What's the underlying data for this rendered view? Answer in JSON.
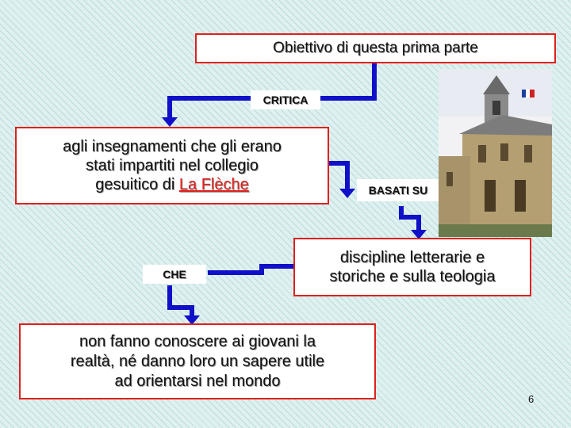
{
  "title_box": "Obiettivo di questa prima parte",
  "critica": "CRITICA",
  "teachings": {
    "line1": "agli insegnamenti che gli erano",
    "line2": "stati impartiti nel collegio",
    "line3_prefix": "gesuitico di ",
    "line3_link": "La Flèche"
  },
  "basati_su": "BASATI SU",
  "disciplines": {
    "line1": "discipline letterarie e",
    "line2": "storiche e sulla teologia"
  },
  "che": "CHE",
  "conclusion": {
    "line1": "non fanno conoscere ai giovani la",
    "line2": "realtà, né danno loro un sapere utile",
    "line3": "ad orientarsi nel mondo"
  },
  "page_number": "6",
  "colors": {
    "box_border": "#e0201c",
    "arrow": "#1010c8",
    "background": "#dff0f0"
  }
}
